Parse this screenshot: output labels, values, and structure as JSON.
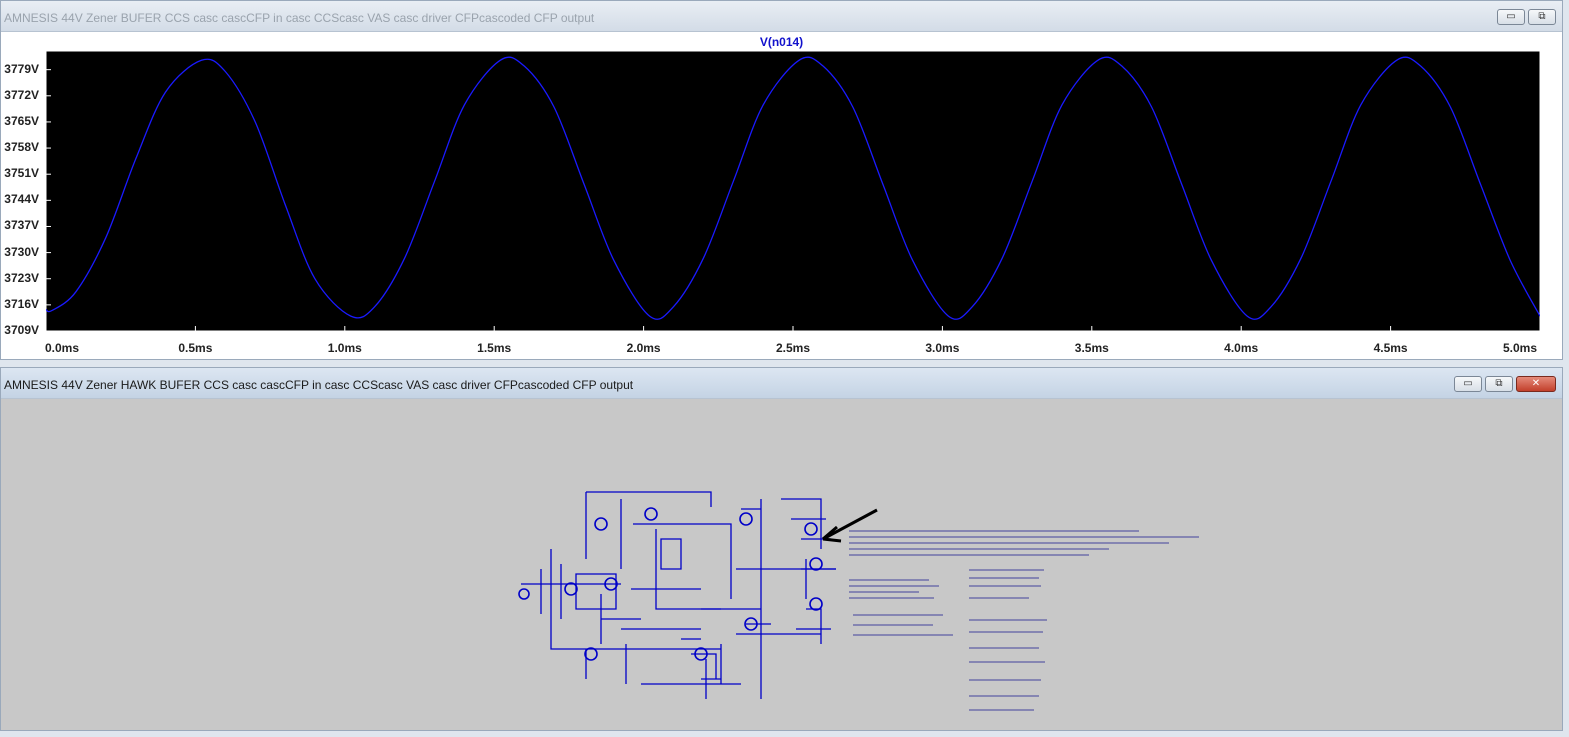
{
  "waveform_window": {
    "title": "AMNESIS 44V Zener BUFER CCS casc cascCFP in casc CCScasc VAS casc driver CFPcascoded CFP output",
    "controls": {
      "minimize": "▭",
      "restore": "⧉"
    }
  },
  "schematic_window": {
    "title": "AMNESIS 44V Zener HAWK BUFER CCS casc cascCFP in casc CCScasc VAS casc driver CFPcascoded CFP output",
    "controls": {
      "minimize": "▭",
      "restore": "⧉",
      "close": "✕"
    }
  },
  "colors": {
    "plot_background": "#000000",
    "trace": "#1a1aff",
    "schematic_wire": "#0000c8",
    "schematic_background": "#c8c8c8"
  },
  "chart_data": {
    "type": "line",
    "title": "V(n014)",
    "xlabel": "",
    "ylabel": "",
    "x_tick_labels": [
      "0.0ms",
      "0.5ms",
      "1.0ms",
      "1.5ms",
      "2.0ms",
      "2.5ms",
      "3.0ms",
      "3.5ms",
      "4.0ms",
      "4.5ms",
      "5.0ms"
    ],
    "y_tick_labels": [
      "3779V",
      "3772V",
      "3765V",
      "3758V",
      "3751V",
      "3744V",
      "3737V",
      "3730V",
      "3723V",
      "3716V",
      "3709V"
    ],
    "x_ticks": [
      0,
      0.5,
      1.0,
      1.5,
      2.0,
      2.5,
      3.0,
      3.5,
      4.0,
      4.5,
      5.0
    ],
    "y_ticks": [
      3779,
      3772,
      3765,
      3758,
      3751,
      3744,
      3737,
      3730,
      3723,
      3716,
      3709
    ],
    "xlim": [
      0,
      5.0
    ],
    "ylim": [
      3709,
      3784
    ],
    "series": [
      {
        "x": [
          0.0,
          0.02,
          0.1,
          0.2,
          0.3,
          0.4,
          0.52,
          0.6,
          0.7,
          0.8,
          0.9,
          1.02,
          1.1,
          1.2,
          1.3,
          1.4,
          1.52,
          1.6,
          1.7,
          1.8,
          1.9,
          2.02,
          2.1,
          2.2,
          2.3,
          2.4,
          2.52,
          2.6,
          2.7,
          2.8,
          2.9,
          3.02,
          3.1,
          3.2,
          3.3,
          3.4,
          3.52,
          3.6,
          3.7,
          3.8,
          3.9,
          4.02,
          4.1,
          4.2,
          4.3,
          4.4,
          4.52,
          4.6,
          4.7,
          4.8,
          4.9,
          5.0
        ],
        "y": [
          3714.7,
          3714.5,
          3719.5,
          3734.0,
          3755.0,
          3773.0,
          3781.5,
          3778.5,
          3765.0,
          3743.0,
          3723.0,
          3713.0,
          3715.5,
          3728.5,
          3749.0,
          3769.5,
          3781.5,
          3780.0,
          3769.0,
          3748.5,
          3728.0,
          3713.0,
          3715.5,
          3728.5,
          3749.0,
          3769.5,
          3781.5,
          3780.0,
          3769.0,
          3748.5,
          3728.0,
          3713.0,
          3715.5,
          3728.5,
          3749.0,
          3769.5,
          3781.5,
          3780.0,
          3769.0,
          3748.5,
          3728.0,
          3713.0,
          3715.5,
          3728.5,
          3749.0,
          3769.5,
          3781.5,
          3780.0,
          3769.0,
          3748.5,
          3728.0,
          3713.0
        ]
      }
    ],
    "grid": false
  }
}
